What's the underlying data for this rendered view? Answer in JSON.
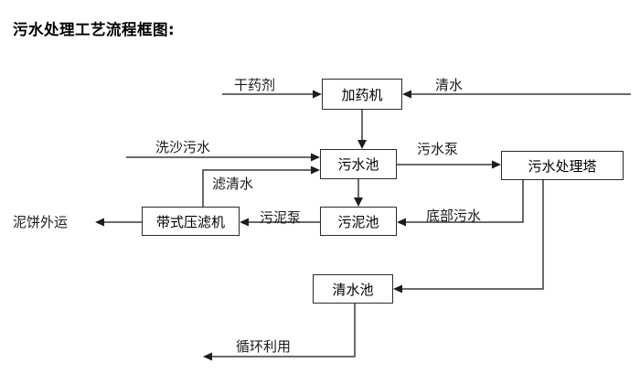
{
  "diagram": {
    "title": "污水处理工艺流程框图:",
    "nodes": [
      {
        "id": "dosing_machine",
        "label": "加药机"
      },
      {
        "id": "wastewater_pool",
        "label": "污水池"
      },
      {
        "id": "treatment_tower",
        "label": "污水处理塔"
      },
      {
        "id": "belt_press",
        "label": "带式压滤机"
      },
      {
        "id": "sludge_pool",
        "label": "污泥池"
      },
      {
        "id": "clear_water_pool",
        "label": "清水池"
      }
    ],
    "edge_labels": [
      {
        "id": "dry_chemical",
        "label": "干药剂"
      },
      {
        "id": "clean_water_in",
        "label": "清水"
      },
      {
        "id": "sand_wash_water",
        "label": "洗沙污水"
      },
      {
        "id": "filtrate_water",
        "label": "滤清水"
      },
      {
        "id": "sewage_pump",
        "label": "污水泵"
      },
      {
        "id": "mud_cake_out",
        "label": "泥饼外运"
      },
      {
        "id": "sludge_pump",
        "label": "污泥泵"
      },
      {
        "id": "bottom_sewage",
        "label": "底部污水"
      },
      {
        "id": "recycle_reuse",
        "label": "循环利用"
      }
    ]
  }
}
